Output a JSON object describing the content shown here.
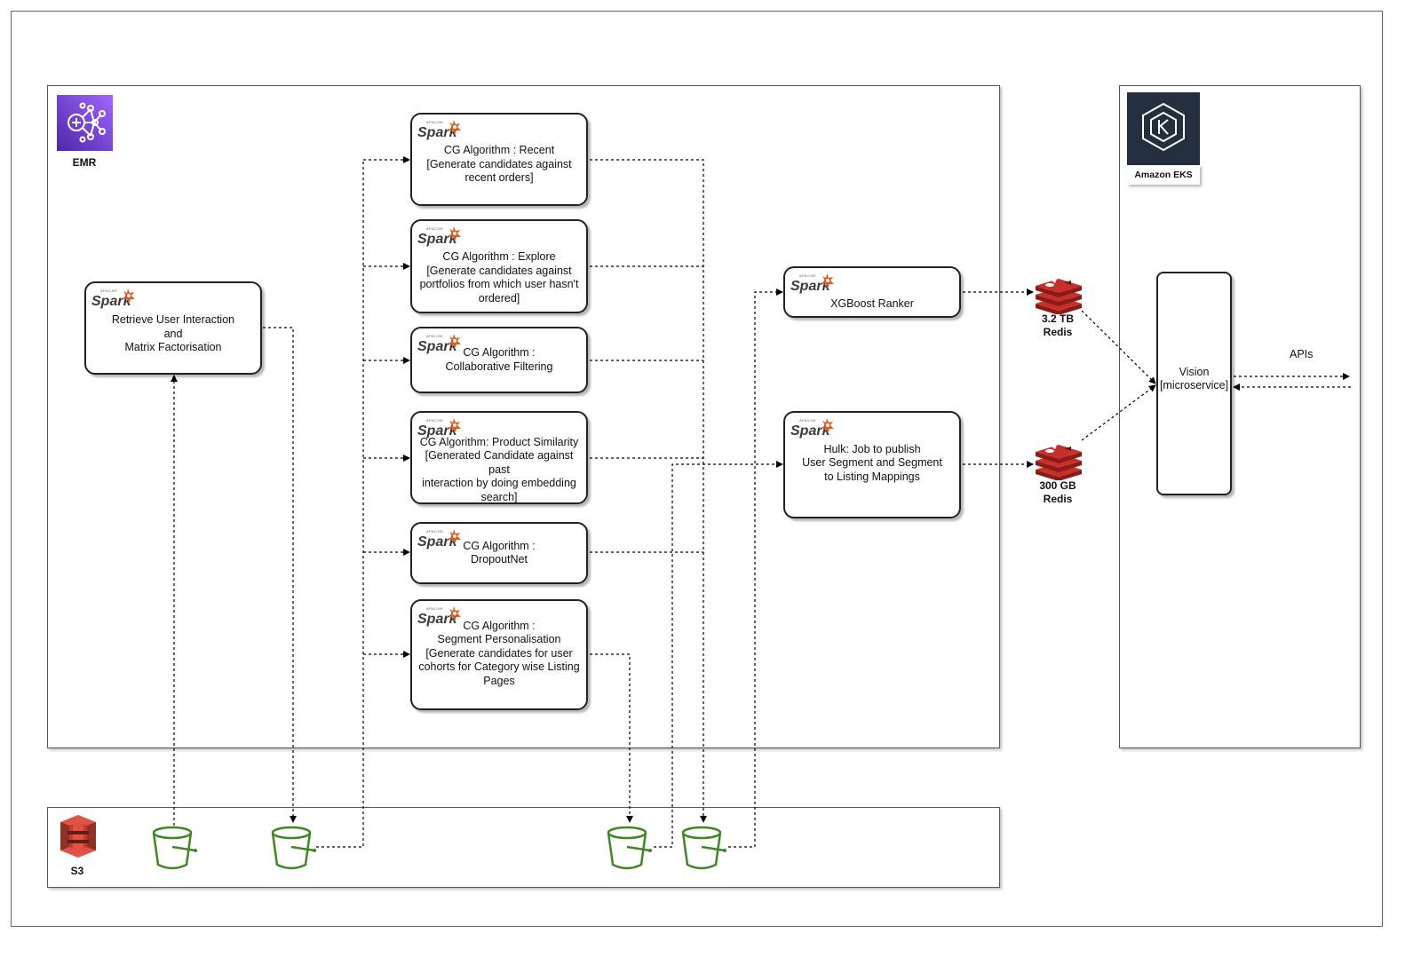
{
  "emr": {
    "label": "EMR"
  },
  "s3": {
    "label": "S3"
  },
  "eks": {
    "label": "Amazon EKS"
  },
  "nodes": {
    "retrieve": "Retrieve User Interaction\nand\nMatrix Factorisation",
    "cg_recent": "CG Algorithm : Recent\n[Generate candidates against\nrecent orders]",
    "cg_explore": "CG Algorithm : Explore\n[Generate candidates against\nportfolios from which user hasn't\nordered]",
    "cg_collab": "CG Algorithm :\nCollaborative Filtering",
    "cg_similarity": "CG Algorithm: Product Similarity\n[Generated Candidate against past\ninteraction by doing embedding\nsearch]",
    "cg_dropout": "CG Algorithm :\nDropoutNet",
    "cg_segment": "CG Algorithm :\nSegment Personalisation\n[Generate candidates for user\ncohorts for Category wise Listing\nPages",
    "xgboost": "XGBoost Ranker",
    "hulk": "Hulk: Job to publish\nUser Segment and Segment\nto Listing Mappings",
    "vision": "Vision\n[microservice]"
  },
  "redis": {
    "top": "3.2 TB\nRedis",
    "bottom": "300 GB\nRedis"
  },
  "apis_label": "APIs",
  "icons": {
    "emr": "emr-icon",
    "s3": "s3-icon",
    "eks": "eks-icon",
    "spark": "spark-logo-icon",
    "bucket": "s3-bucket-icon",
    "redis": "redis-icon"
  },
  "colors": {
    "emr_purple": "#7B3FE4",
    "s3_red": "#C7392B",
    "bucket_green": "#3F8624",
    "redis_red": "#C6302B",
    "eks_dark": "#232F3E",
    "spark_orange": "#E25A1C"
  }
}
